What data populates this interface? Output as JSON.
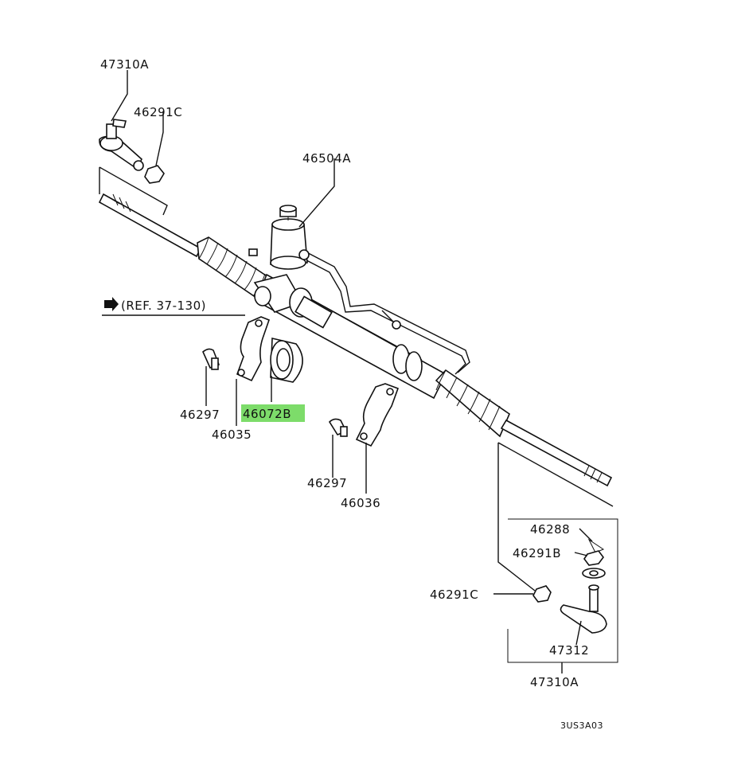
{
  "diagram": {
    "ref_note": "(REF. 37-130)",
    "drawing_code": "3US3A03",
    "highlight_color": "#7ddc6a",
    "labels": {
      "tie_rod_end_top": "47310A",
      "nut_top": "46291C",
      "gear_valve": "46504A",
      "bolt_left": "46297",
      "bushing": "46072B",
      "clamp_left": "46035",
      "bolt_right": "46297",
      "clamp_right": "46036",
      "cotter_pin": "46288",
      "nut_inner": "46291B",
      "nut_lower": "46291C",
      "tie_rod_end_inner": "47312",
      "tie_rod_end_bottom": "47310A"
    }
  }
}
